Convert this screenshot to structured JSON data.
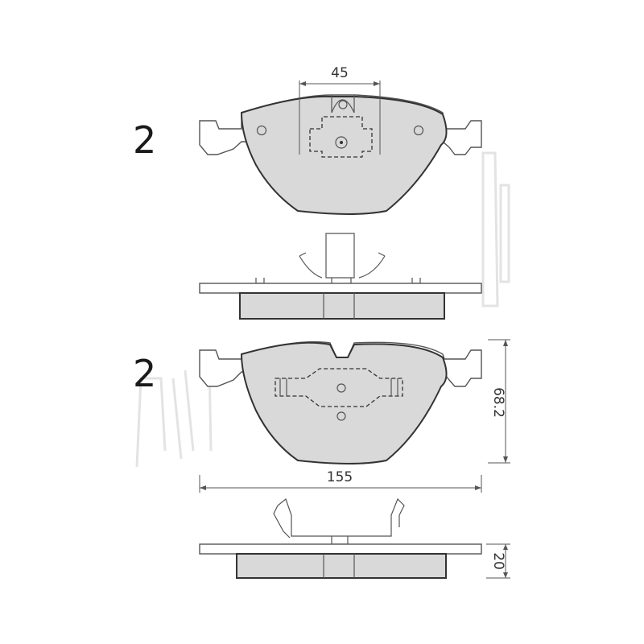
{
  "labels": {
    "quantity_top": "2",
    "quantity_bottom": "2"
  },
  "dimensions": {
    "sensor_width": "45",
    "pad_length": "155",
    "pad_height": "68.2",
    "pad_thickness": "20"
  },
  "colors": {
    "pad_fill": "#d9d9d9",
    "outline": "#333333",
    "watermark": "#e3e3e3"
  }
}
